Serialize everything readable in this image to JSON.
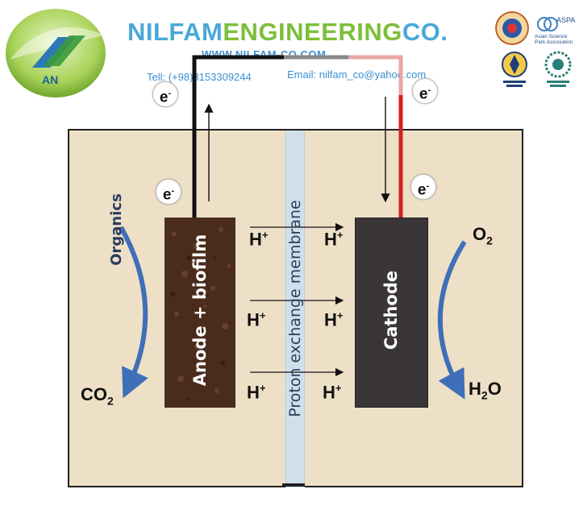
{
  "header": {
    "company_part1": "NILFAM",
    "company_part2": "ENGINEERING",
    "company_part3": "CO.",
    "website": "WWW.NILFAM-CO.COM",
    "tel": "Tell: (+98)3153309244",
    "email": "Email: nilfam_co@yahoo.com",
    "aspa_line1": "ASPA",
    "aspa_line2": "Asian Science",
    "aspa_line3": "Park Association",
    "logo_initials": "AN"
  },
  "diagram": {
    "electron": "e",
    "electron_charge": "-",
    "anode_label": "Anode + biofilm",
    "cathode_label": "Cathode",
    "membrane_label": "Proton exchange membrane",
    "organics": "Organics",
    "co2_base": "CO",
    "co2_sub": "2",
    "o2_base": "O",
    "o2_sub": "2",
    "h2o_h": "H",
    "h2o_sub": "2",
    "h2o_o": "O",
    "proton_base": "H",
    "proton_charge": "+"
  },
  "colors": {
    "brand_blue": "#4aa8d8",
    "brand_green": "#7cbf3a",
    "anode_wire": "#111111",
    "cathode_wire": "#d42020",
    "flow_arrow": "#3f6fb8"
  }
}
